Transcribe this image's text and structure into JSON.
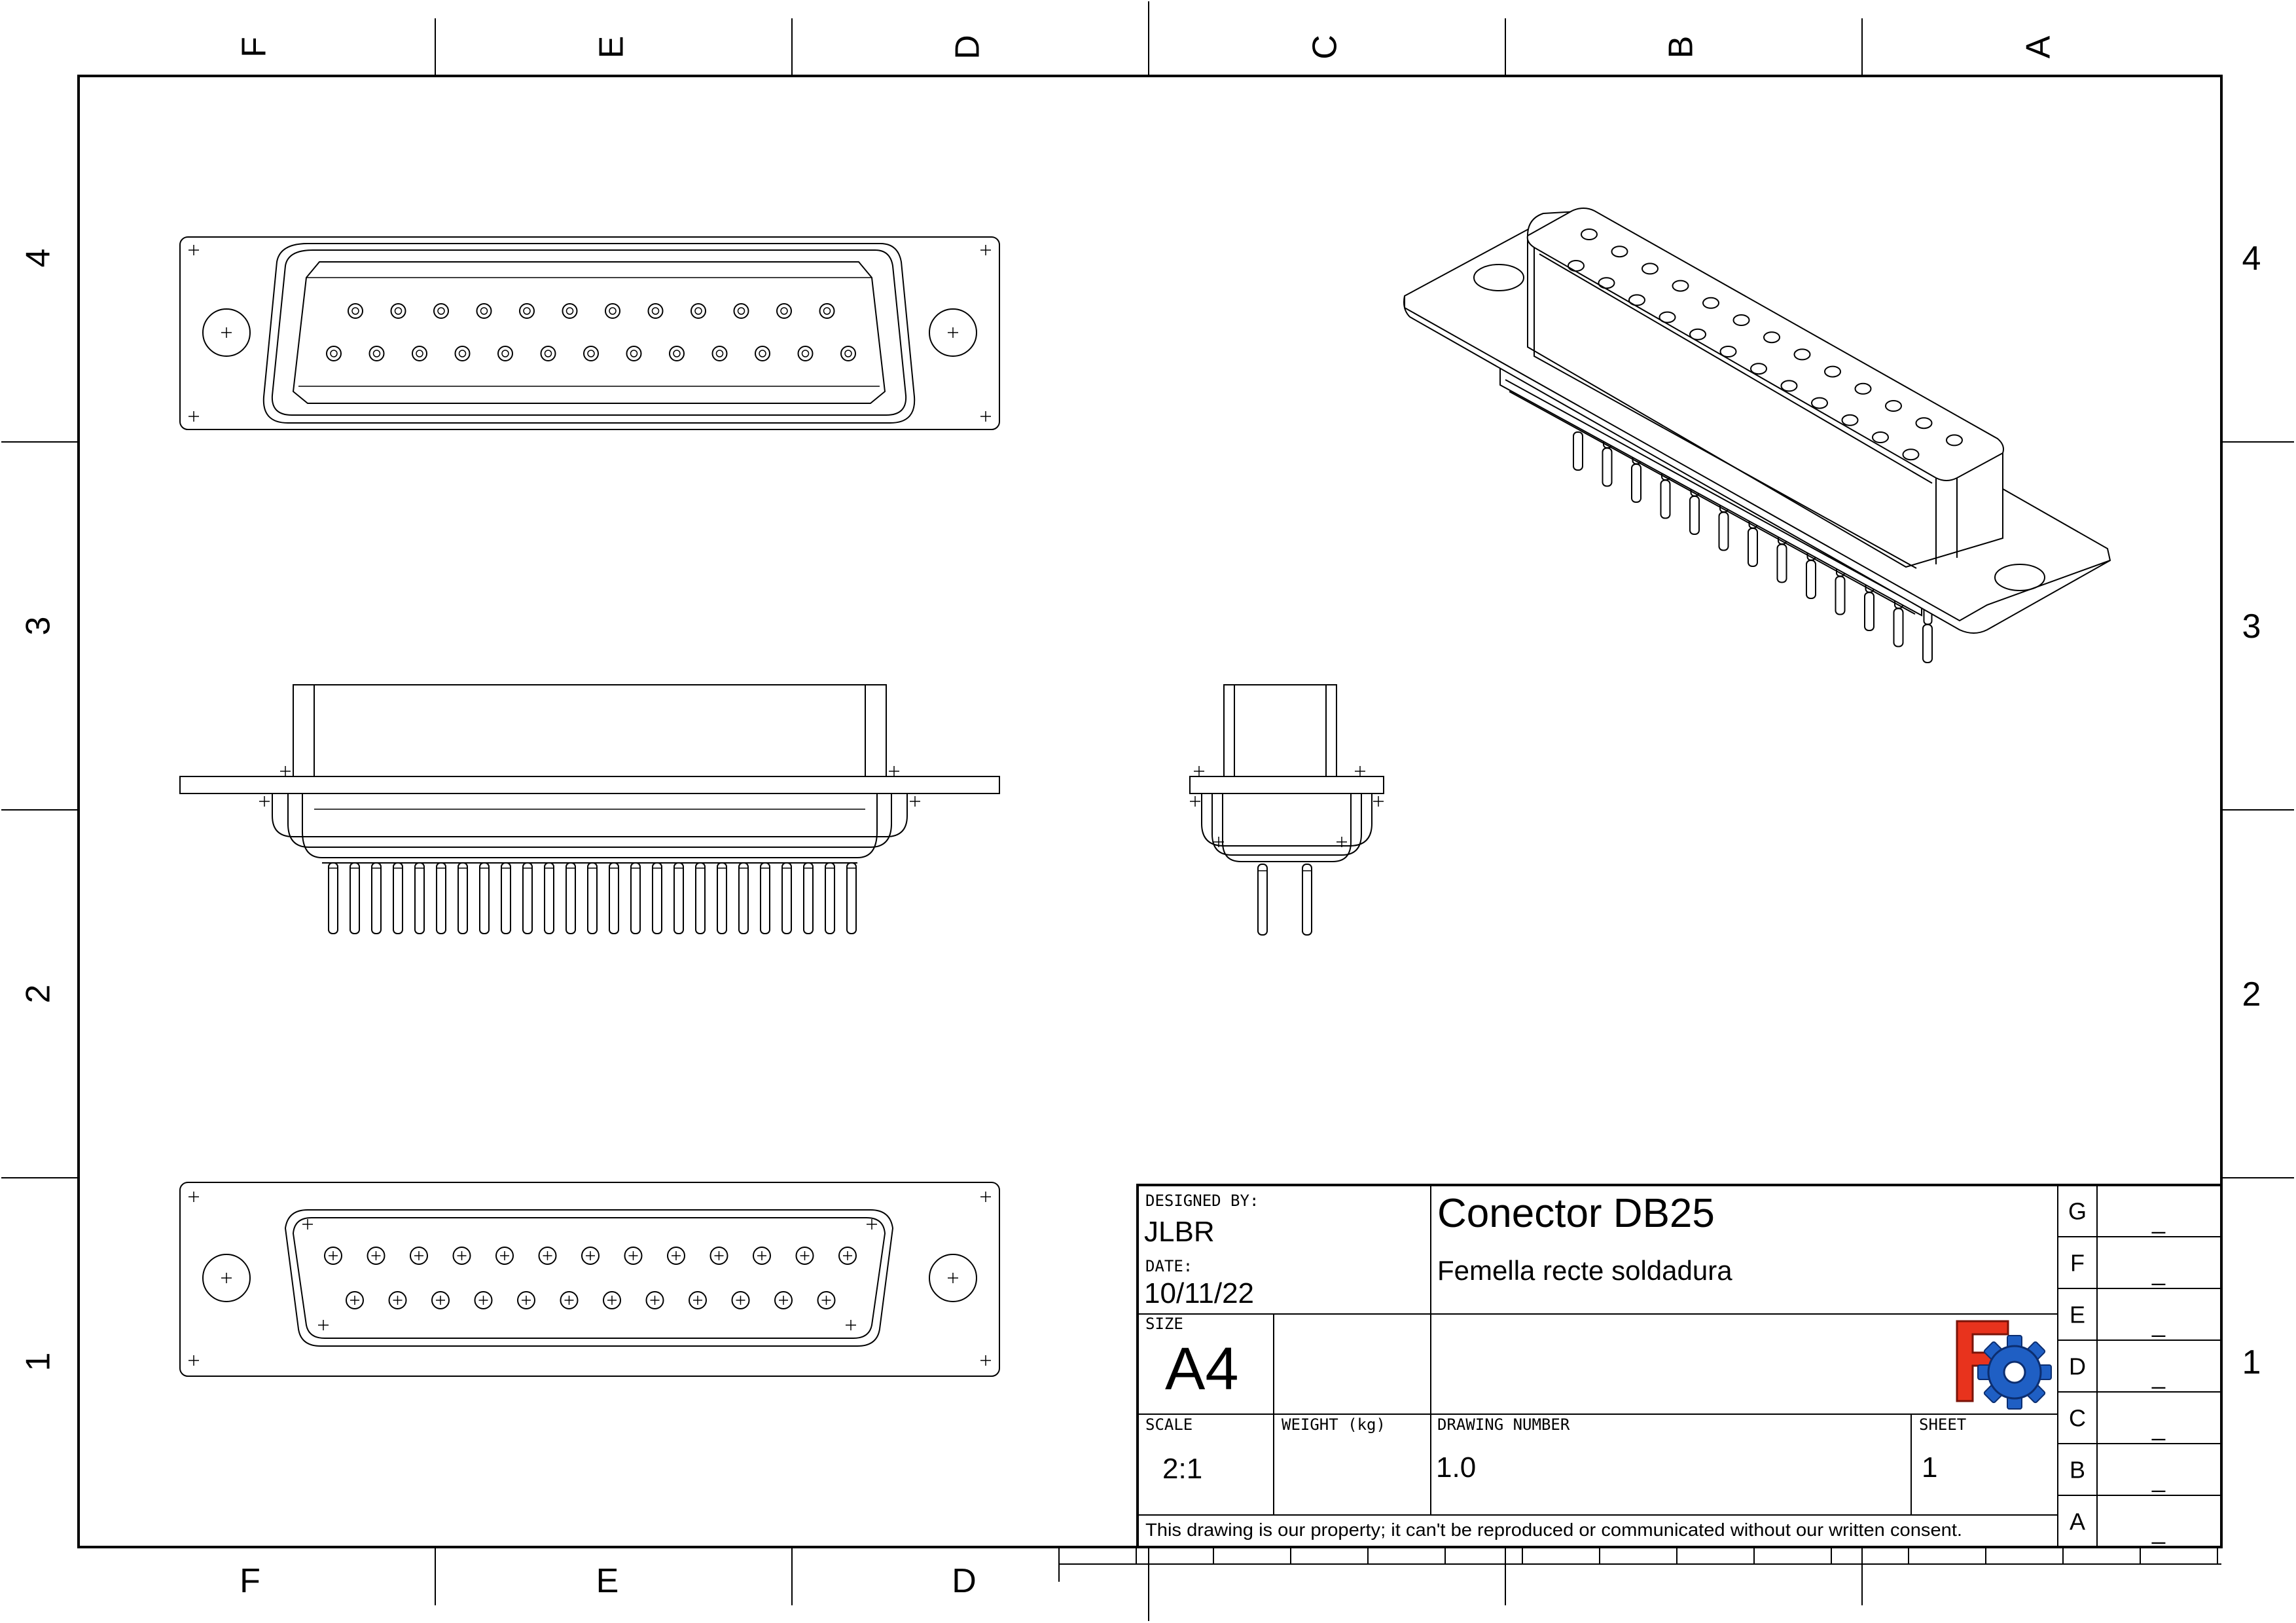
{
  "zones": {
    "columns": [
      "F",
      "E",
      "D",
      "C",
      "B",
      "A"
    ],
    "rows": [
      "4",
      "3",
      "2",
      "1"
    ]
  },
  "title_block": {
    "designed_by_label": "DESIGNED BY:",
    "designed_by": "JLBR",
    "date_label": "DATE:",
    "date": "10/11/22",
    "title": "Conector DB25",
    "subtitle": "Femella recte soldadura",
    "size_label": "SIZE",
    "size": "A4",
    "scale_label": "SCALE",
    "scale": "2:1",
    "weight_label": "WEIGHT (kg)",
    "weight": "",
    "drawing_number_label": "DRAWING NUMBER",
    "drawing_number": "1.0",
    "sheet_label": "SHEET",
    "sheet": "1",
    "disclaimer": "This drawing is our property; it can't be reproduced or communicated without our written consent.",
    "revisions": [
      {
        "letter": "G",
        "value": "_"
      },
      {
        "letter": "F",
        "value": "_"
      },
      {
        "letter": "E",
        "value": "_"
      },
      {
        "letter": "D",
        "value": "_"
      },
      {
        "letter": "C",
        "value": "_"
      },
      {
        "letter": "B",
        "value": "_"
      },
      {
        "letter": "A",
        "value": "_"
      }
    ],
    "logo_icon": "freecad-logo-icon",
    "logo_colors": {
      "f": "#e8331d",
      "gear": "#1f5fc4"
    }
  }
}
